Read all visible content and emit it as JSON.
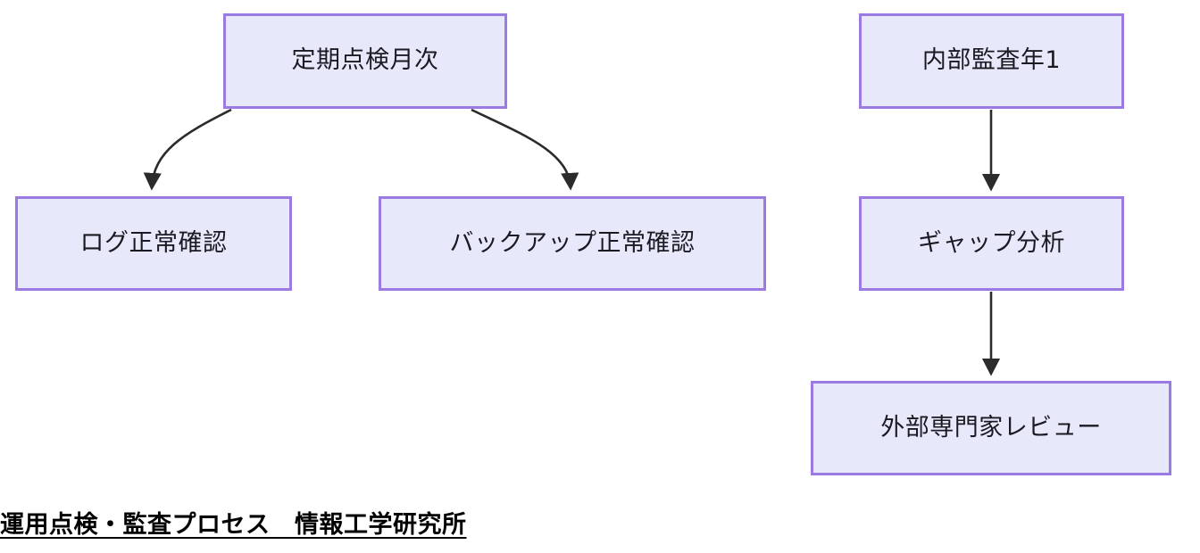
{
  "diagram": {
    "type": "flowchart",
    "caption": "運用点検・監査プロセス　情報工学研究所",
    "colors": {
      "node_fill": "#e8e8fb",
      "node_border": "#9b7ae2",
      "edge": "#2b2b2b",
      "text": "#1a1a22",
      "background": "#ffffff"
    },
    "nodes": [
      {
        "id": "periodic-inspection",
        "label": "定期点検月次"
      },
      {
        "id": "log-check",
        "label": "ログ正常確認"
      },
      {
        "id": "backup-check",
        "label": "バックアップ正常確認"
      },
      {
        "id": "internal-audit",
        "label": "内部監査年1"
      },
      {
        "id": "gap-analysis",
        "label": "ギャップ分析"
      },
      {
        "id": "external-review",
        "label": "外部専門家レビュー"
      }
    ],
    "edges": [
      {
        "id": "edge-periodic-to-log",
        "from": "periodic-inspection",
        "to": "log-check",
        "style": "curved",
        "label": ""
      },
      {
        "id": "edge-periodic-to-backup",
        "from": "periodic-inspection",
        "to": "backup-check",
        "style": "curved",
        "label": ""
      },
      {
        "id": "edge-audit-to-gap",
        "from": "internal-audit",
        "to": "gap-analysis",
        "style": "straight",
        "label": ""
      },
      {
        "id": "edge-gap-to-review",
        "from": "gap-analysis",
        "to": "external-review",
        "style": "straight",
        "label": ""
      }
    ]
  }
}
